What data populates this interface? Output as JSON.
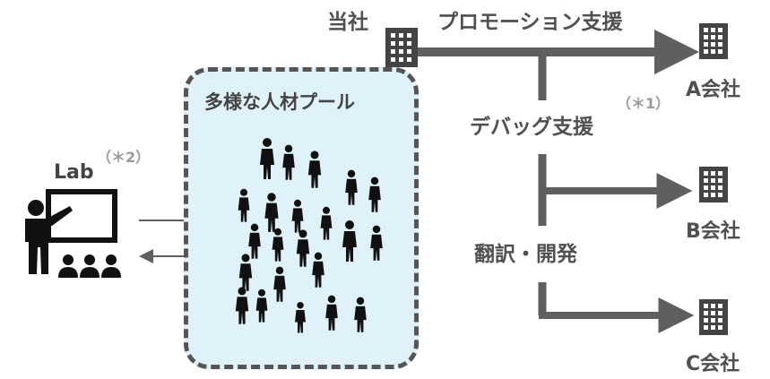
{
  "company": {
    "label": "当社",
    "icon": "building-icon"
  },
  "pool": {
    "label": "多様な人材プール",
    "fill": "#dff2fa",
    "border": "#555555"
  },
  "lab": {
    "label": "Lab",
    "note": "（＊2）",
    "icon": "teacher-presentation-icon"
  },
  "flows": {
    "promotion": "プロモーション支援",
    "debug": "デバッグ支援",
    "debug_note": "（＊1）",
    "translation": "翻訳・開発"
  },
  "clients": [
    {
      "label": "A会社",
      "icon": "building-icon"
    },
    {
      "label": "B会社",
      "icon": "building-icon"
    },
    {
      "label": "C会社",
      "icon": "building-icon"
    }
  ],
  "colors": {
    "line": "#5f5f5f",
    "text": "#505050",
    "note": "#9a9a9a",
    "icon": "#444444"
  }
}
